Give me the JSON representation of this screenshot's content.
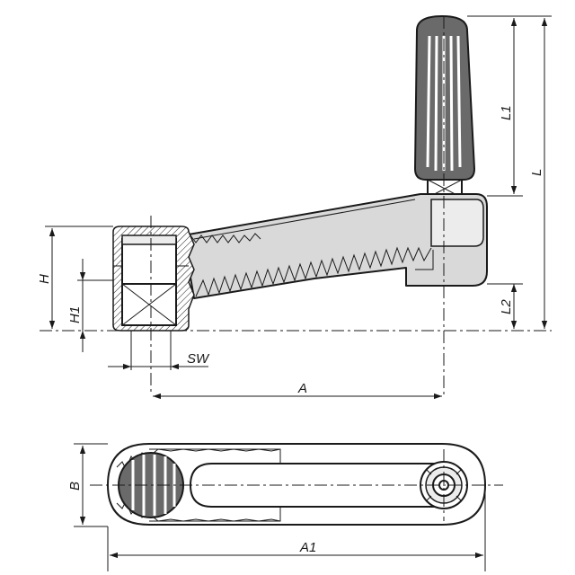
{
  "labels": {
    "L1": "L1",
    "L": "L",
    "H": "H",
    "H1": "H1",
    "L2": "L2",
    "SW": "SW",
    "A": "A",
    "B": "B",
    "A1": "A1"
  }
}
